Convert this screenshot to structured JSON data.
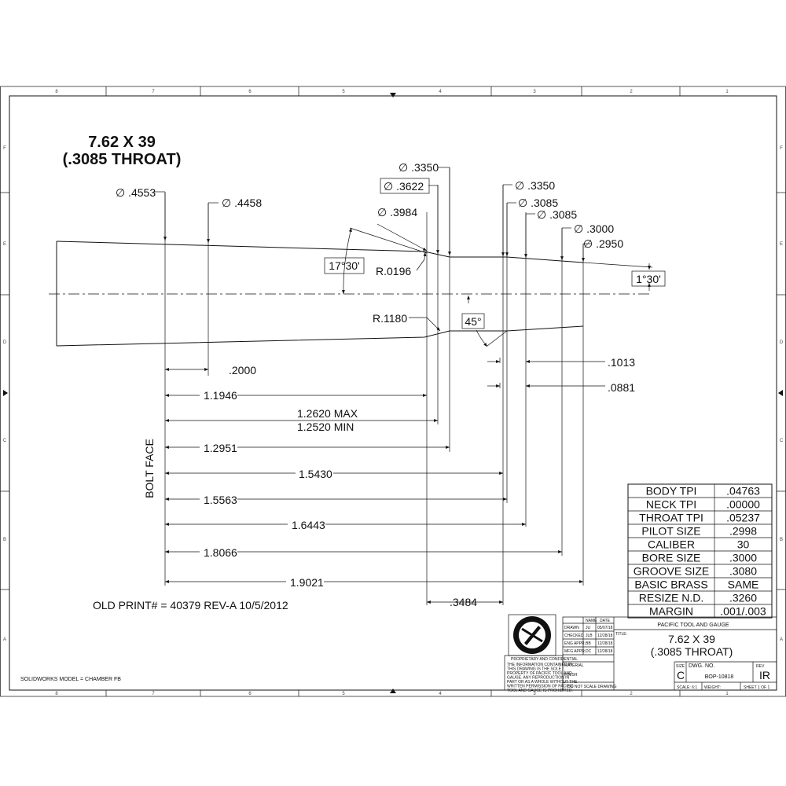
{
  "drawing": {
    "title_line1": "7.62 X 39",
    "title_line2": "(.3085 THROAT)",
    "bolt_face": "BOLT FACE",
    "old_print": "OLD PRINT# = 40379 REV-A  10/5/2012",
    "solidworks_model": "SOLIDWORKS MODEL = CHAMBER FB"
  },
  "zones": {
    "columns": [
      "8",
      "7",
      "6",
      "5",
      "4",
      "3",
      "2",
      "1"
    ],
    "rows": [
      "F",
      "E",
      "D",
      "C",
      "B",
      "A"
    ]
  },
  "diameters": {
    "d_4553": "∅ .4553",
    "d_4458": "∅ .4458",
    "d_3984": "∅ .3984",
    "d_3350_top": "∅ .3350",
    "d_3622": "∅ .3622",
    "d_3350_b": "∅ .3350",
    "d_3085_a": "∅ .3085",
    "d_3085_b": "∅ .3085",
    "d_3000": "∅ .3000",
    "d_2950": "∅ .2950"
  },
  "angles": {
    "shoulder": "17°30'",
    "throat": "45°",
    "leade": "1°30'"
  },
  "radii": {
    "r_0196": "R.0196",
    "r_1180": "R.1180"
  },
  "lengths": {
    "l_2000": ".2000",
    "l_1013": ".1013",
    "l_0881": ".0881",
    "l_1194": "1.1946",
    "l_1262_max": "1.2620 MAX",
    "l_1252_min": "1.2520 MIN",
    "l_1295": "1.2951",
    "l_1543": "1.5430",
    "l_1556": "1.5563",
    "l_1644": "1.6443",
    "l_1806": "1.8066",
    "l_1902": "1.9021",
    "l_3484": ".3484"
  },
  "spec_table": [
    {
      "label": "BODY TPI",
      "value": ".04763"
    },
    {
      "label": "NECK TPI",
      "value": ".00000"
    },
    {
      "label": "THROAT TPI",
      "value": ".05237"
    },
    {
      "label": "PILOT SIZE",
      "value": ".2998"
    },
    {
      "label": "CALIBER",
      "value": "30"
    },
    {
      "label": "BORE SIZE",
      "value": ".3000"
    },
    {
      "label": "GROOVE SIZE",
      "value": ".3080"
    },
    {
      "label": "BASIC BRASS",
      "value": "SAME"
    },
    {
      "label": "RESIZE N.D.",
      "value": ".3260"
    },
    {
      "label": "MARGIN",
      "value": ".001/.003"
    }
  ],
  "title_block": {
    "company": "PACIFIC TOOL AND GAUGE",
    "title_label": "TITLE:",
    "title_line1": "7.62 X 39",
    "title_line2": "(.3085 THROAT)",
    "size_label": "SIZE",
    "size_value": "C",
    "dwg_label": "DWG. NO.",
    "dwg_value": "BOP-10818",
    "rev_label": "REV",
    "rev_value": "IR",
    "scale": "SCALE: 6:1",
    "weight": "WEIGHT:",
    "sheet": "SHEET 1 OF 1",
    "name_header": "NAME",
    "date_header": "DATE",
    "rows": [
      {
        "role": "DRAWN",
        "name": "JU",
        "date": "05/07/18"
      },
      {
        "role": "CHECKED",
        "name": "JLB",
        "date": "12/28/18"
      },
      {
        "role": "ENG APPR.",
        "name": "BB",
        "date": "12/28/18"
      },
      {
        "role": "MFG APPR.",
        "name": "DC",
        "date": "12/28/18"
      }
    ],
    "material": "MATERIAL",
    "finish": "FINISH",
    "do_not_scale": "DO NOT SCALE DRAWING",
    "proprietary_title": "PROPRIETARY AND CONFIDENTIAL",
    "proprietary_text": "THE INFORMATION CONTAINED IN THIS DRAWING IS THE SOLE PROPERTY OF PACIFIC TOOL AND GAUGE. ANY REPRODUCTION IN PART OR AS A WHOLE WITHOUT THE WRITTEN PERMISSION OF PACIFIC TOOL AND GAUGE IS PROHIBITED."
  }
}
